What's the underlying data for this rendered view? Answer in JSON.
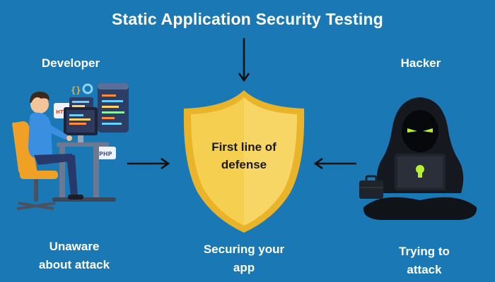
{
  "title": "Static Application Security Testing",
  "developer": {
    "label": "Developer",
    "caption_line1": "Unaware",
    "caption_line2": "about attack",
    "screen_labels": [
      "HTML",
      "PHP"
    ]
  },
  "shield": {
    "text_line1": "First line of",
    "text_line2": "defense",
    "caption_line1": "Securing your",
    "caption_line2": "app"
  },
  "hacker": {
    "label": "Hacker",
    "caption_line1": "Trying to",
    "caption_line2": "attack"
  },
  "colors": {
    "background": "#1a79b4",
    "shield_gold": "#f5cf4f",
    "shield_border": "#e9b42a",
    "arrow": "#111111",
    "hacker_eyes": "#b7f032"
  }
}
